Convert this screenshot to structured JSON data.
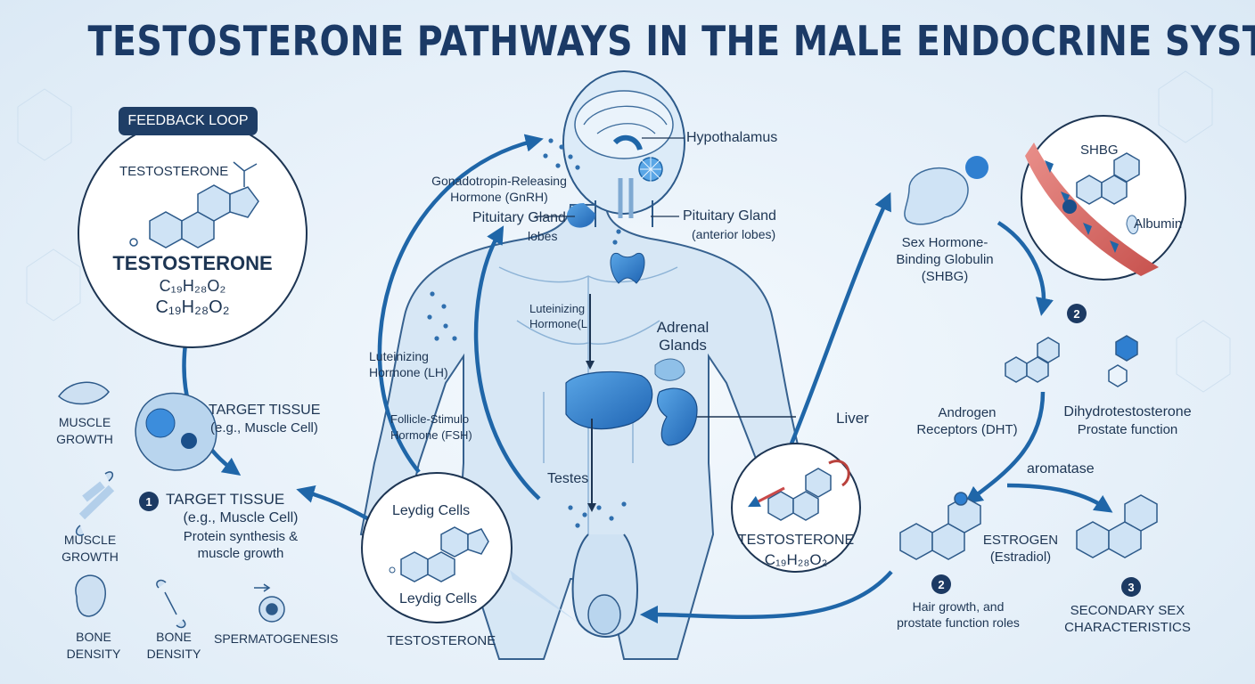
{
  "title": "TESTOSTERONE PATHWAYS IN THE MALE ENDOCRINE SYSTEM",
  "feedback_badge": "FEEDBACK LOOP",
  "feedback_circle": {
    "name_small": "TESTOSTERONE",
    "name_big": "TESTOSTERONE",
    "formula_1": "C₁₉H₂₈O₂",
    "formula_2": "C₁₉H₂₈O₂"
  },
  "target_tissue_top": {
    "line1": "TARGET TISSUE",
    "line2": "(e.g., Muscle Cell)"
  },
  "target_tissue_main": {
    "number": "1",
    "line1": "TARGET TISSUE",
    "line2": "(e.g., Muscle Cell)",
    "line3": "Protein synthesis &",
    "line4": "muscle growth"
  },
  "effects": {
    "muscle_1": [
      "MUSCLE",
      "GROWTH"
    ],
    "muscle_2": [
      "MUSCLE",
      "GROWTH"
    ],
    "bone_1": [
      "BONE",
      "DENSITY"
    ],
    "bone_2": [
      "BONE",
      "DENSITY"
    ],
    "sperm": "SPERMATOGENESIS"
  },
  "brain": {
    "hypothalamus": "Hypothalamus",
    "gnrh_1": "Gonadotropin-Releasing",
    "gnrh_2": "Hormone (GnRH)",
    "pituitary_left_1": "Pituitary Gland",
    "pituitary_left_2": "lobes",
    "pituitary_right_1": "Pituitary Gland",
    "pituitary_right_2": "(anterior lobes)"
  },
  "hormones": {
    "lh_inner_1": "Luteinizing",
    "lh_inner_2": "Hormone(L",
    "lh_outer_1": "Luteinizing",
    "lh_outer_2": "Hormone (LH)",
    "fsh_1": "Follicle-Stimulo",
    "fsh_2": "Hormone (FSH)"
  },
  "organs": {
    "adrenal_1": "Adrenal",
    "adrenal_2": "Glands",
    "liver": "Liver",
    "testes": "Testes"
  },
  "leydig": {
    "top": "Leydig Cells",
    "bottom": "Leydig Cells",
    "caption": "TESTOSTERONE"
  },
  "testo_circle": {
    "name": "TESTOSTERONE",
    "formula": "C₁₉H₂₈O₂"
  },
  "shbg": {
    "line1": "Sex Hormone-",
    "line2": "Binding Globulin",
    "line3": "(SHBG)"
  },
  "blood_inset": {
    "shbg": "SHBG",
    "albumin": "Albumin"
  },
  "right_pathways": {
    "num_upper": "2",
    "androgen_1": "Androgen",
    "androgen_2": "Receptors (DHT)",
    "dht_1": "Dihydrotestosterone",
    "dht_2": "Prostate function",
    "aromatase": "aromatase",
    "estrogen_1": "ESTROGEN",
    "estrogen_2": "(Estradiol)",
    "num_lower": "2",
    "hair_1": "Hair growth, and",
    "hair_2": "prostate function roles",
    "num_3": "3",
    "secondary_1": "SECONDARY SEX",
    "secondary_2": "CHARACTERISTICS"
  },
  "colors": {
    "navy": "#1b3a66",
    "accent_blue": "#1f6fb4",
    "organ_blue": "#2f7fd0",
    "red": "#c94a4a"
  }
}
